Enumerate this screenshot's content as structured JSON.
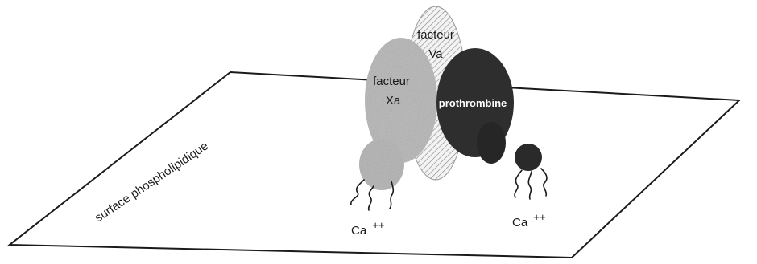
{
  "diagram": {
    "surface_label": "surface phospholipidique",
    "factor_va": {
      "line1": "facteur",
      "line2": "Va"
    },
    "factor_xa": {
      "line1": "facteur",
      "line2": "Xa"
    },
    "prothrombin_label": "prothrombine",
    "calcium_left": {
      "base": "Ca",
      "charge": "++"
    },
    "calcium_right": {
      "base": "Ca",
      "charge": "++"
    }
  },
  "colors": {
    "background": "#ffffff",
    "outline": "#1a1a1a",
    "factor_xa_fill": "#b4b4b4",
    "factor_va_fill": "#f2f2f2",
    "prothrombin_fill": "#2e2e2e"
  }
}
